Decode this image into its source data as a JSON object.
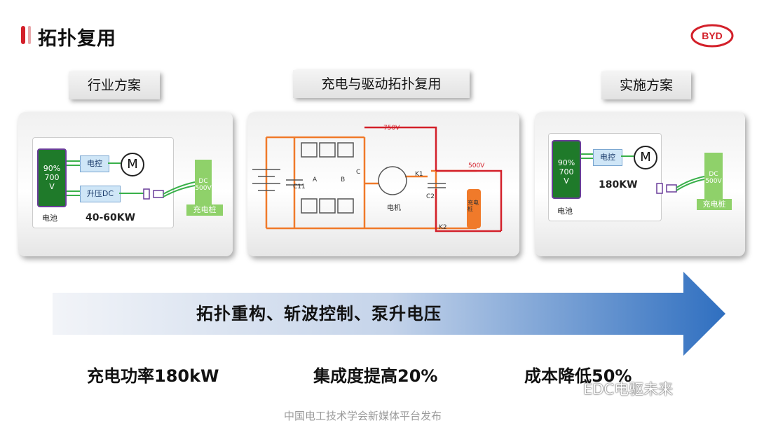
{
  "header": {
    "title": "拓扑复用",
    "logo_text": "BYD"
  },
  "sections": {
    "left_label": "行业方案",
    "middle_label": "充电与驱动拓扑复用",
    "right_label": "实施方案"
  },
  "left_panel": {
    "battery_lines": [
      "90%",
      "700",
      "V"
    ],
    "battery_label": "电池",
    "box1": "电控",
    "box2": "升压DC",
    "motor": "M",
    "pile_top": "DC\n500V",
    "pile_label": "充电桩",
    "power": "40-60KW"
  },
  "middle_panel": {
    "v750": "750V",
    "v500": "500V",
    "k1": "K1",
    "k2": "K2",
    "c11": "C11",
    "c2": "C2",
    "a": "A",
    "b": "B",
    "c": "C",
    "motor_label": "电机",
    "pile_label": "充电桩"
  },
  "right_panel": {
    "battery_lines": [
      "90%",
      "700",
      "V"
    ],
    "battery_label": "电池",
    "box1": "电控",
    "motor": "M",
    "pile_top": "DC\n500V",
    "pile_label": "充电桩",
    "power": "180KW"
  },
  "arrow": {
    "text": "拓扑重构、斩波控制、泵升电压"
  },
  "bottom": {
    "item1": "充电功率180kW",
    "item2": "集成度提高20%",
    "item3": "成本降低50%"
  },
  "footer": "中国电工技术学会新媒体平台发布",
  "watermark": "EDC电驱未来",
  "colors": {
    "accent_red": "#d3202a",
    "arrow_blue": "#2f6fc0",
    "circuit_orange": "#f07a2a",
    "battery_green": "#1f7a2a"
  }
}
